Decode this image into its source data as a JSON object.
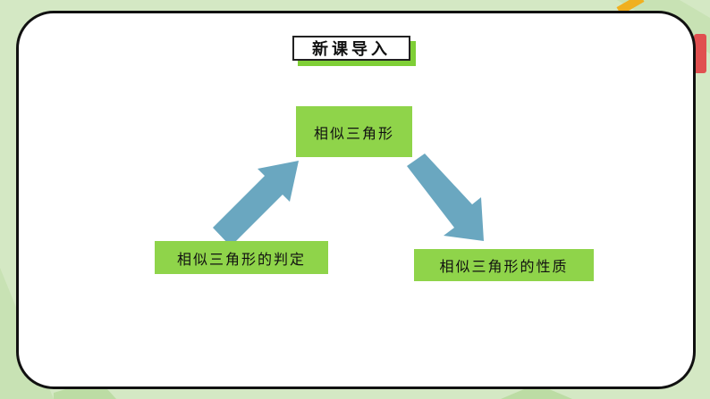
{
  "slide": {
    "title": "新课导入",
    "nodes": {
      "top": "相似三角形",
      "left": "相似三角形的判定",
      "right": "相似三角形的性质"
    }
  },
  "colors": {
    "background": "#d4e8c4",
    "node_fill": "#8fd44a",
    "arrow_fill": "#6aa7c0",
    "title_shadow": "#7fcf36"
  }
}
